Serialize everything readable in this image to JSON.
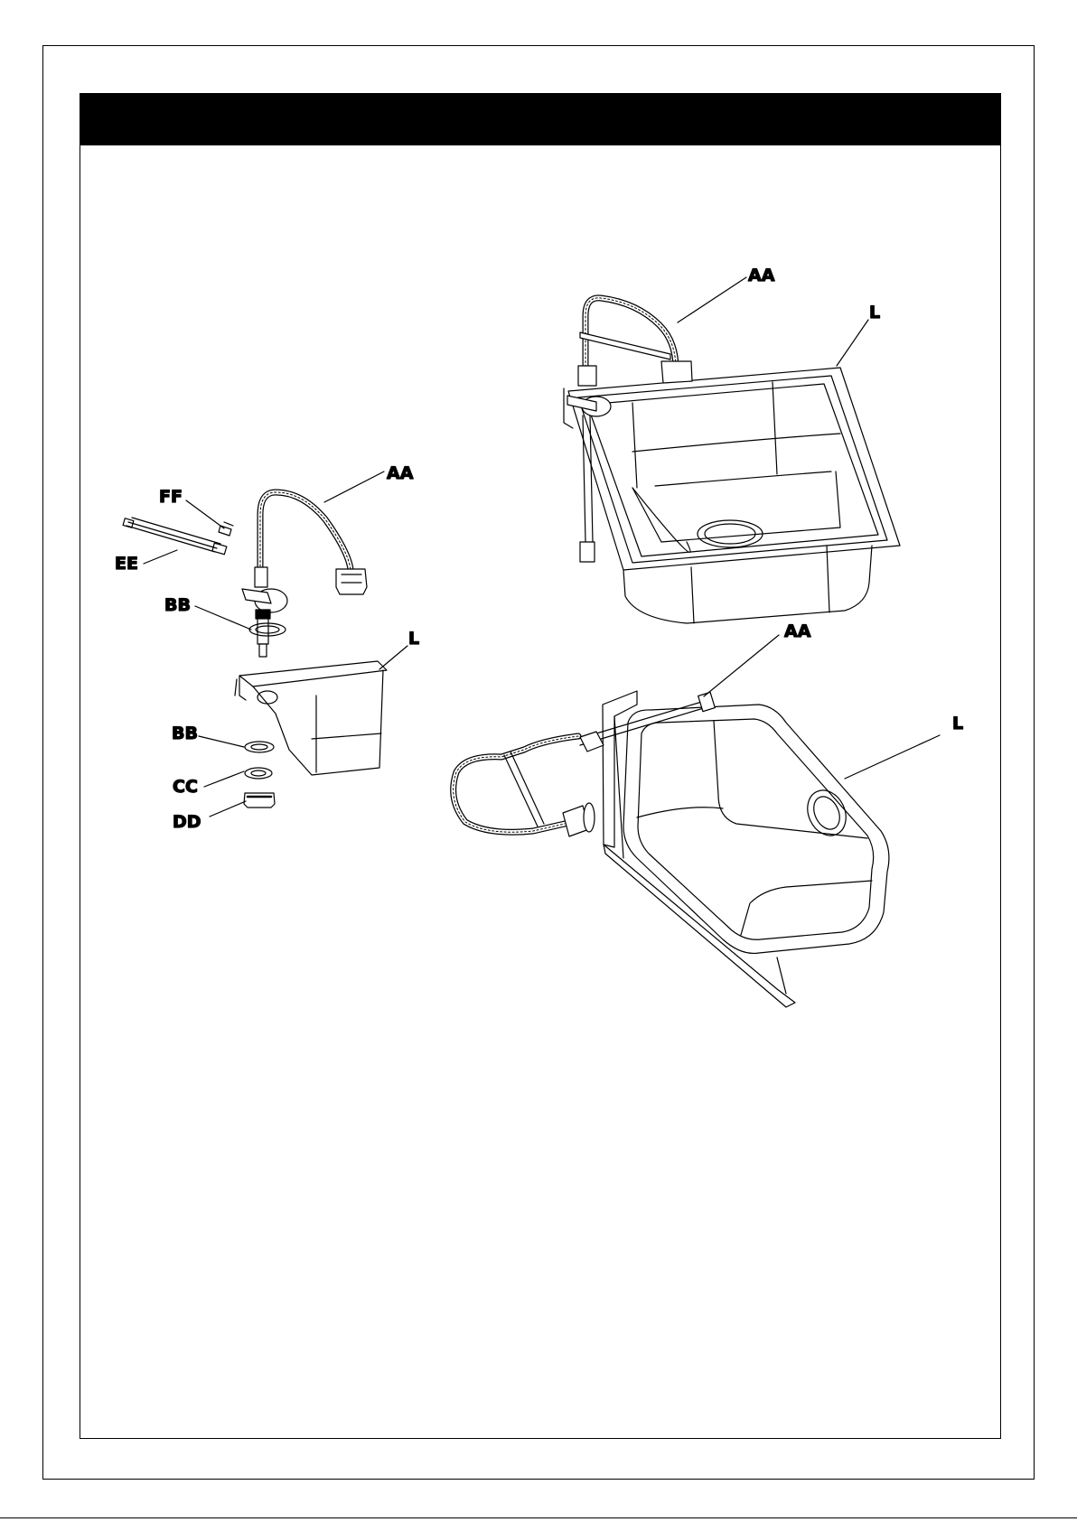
{
  "page": {
    "accent_color": "#000000"
  },
  "labels": {
    "left_ff": "FF",
    "left_ee": "EE",
    "left_aa": "AA",
    "left_bb_top": "BB",
    "left_l": "L",
    "left_bb_bottom": "BB",
    "left_cc": "CC",
    "left_dd": "DD",
    "top_right_aa": "AA",
    "top_right_l": "L",
    "bottom_right_aa": "AA",
    "bottom_right_l": "L"
  }
}
